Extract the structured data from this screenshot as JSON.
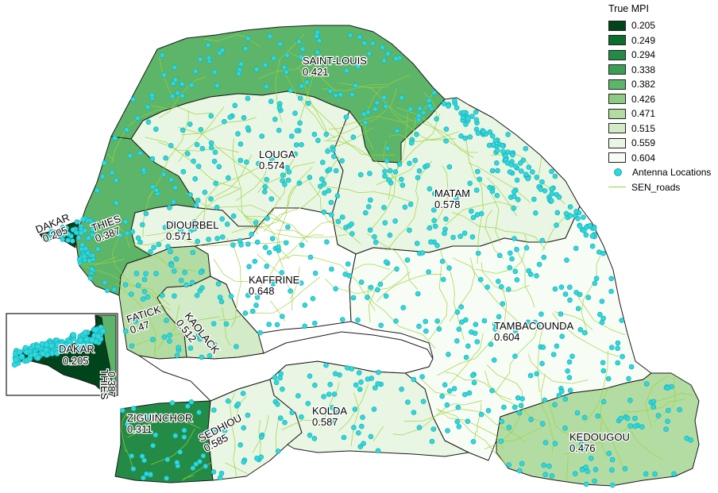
{
  "legend": {
    "title": "True MPI",
    "bins": [
      {
        "label": "0.205",
        "color": "#00441b"
      },
      {
        "label": "0.249",
        "color": "#0d6d2c"
      },
      {
        "label": "0.294",
        "color": "#238b45"
      },
      {
        "label": "0.338",
        "color": "#3a9f55"
      },
      {
        "label": "0.382",
        "color": "#5db569"
      },
      {
        "label": "0.426",
        "color": "#8fca82"
      },
      {
        "label": "0.471",
        "color": "#b3dca3"
      },
      {
        "label": "0.515",
        "color": "#d3ecc7"
      },
      {
        "label": "0.559",
        "color": "#e9f6e3"
      },
      {
        "label": "0.604",
        "color": "#f7fcf5"
      }
    ],
    "antenna_label": "Antenna Locations",
    "roads_label": "SEN_roads",
    "antenna_color": "#2fd8dc",
    "roads_color": "#9bd23a"
  },
  "regions": [
    {
      "id": "saint-louis",
      "name": "SAINT-LOUIS",
      "value": "0.421",
      "color": "#5db569"
    },
    {
      "id": "louga",
      "name": "LOUGA",
      "value": "0.574",
      "color": "#e9f6e3"
    },
    {
      "id": "matam",
      "name": "MATAM",
      "value": "0.578",
      "color": "#e9f6e3"
    },
    {
      "id": "dakar",
      "name": "DAKAR",
      "value": "0.205",
      "color": "#00441b"
    },
    {
      "id": "thies",
      "name": "THIES",
      "value": "0.387",
      "color": "#5db569"
    },
    {
      "id": "diourbel",
      "name": "DIOURBEL",
      "value": "0.571",
      "color": "#e9f6e3"
    },
    {
      "id": "kaffrine",
      "name": "KAFFRINE",
      "value": "0.648",
      "color": "#ffffff"
    },
    {
      "id": "fatick",
      "name": "FATICK",
      "value": "0.47",
      "color": "#b3dca3"
    },
    {
      "id": "kaolack",
      "name": "KAOLACK",
      "value": "0.512",
      "color": "#d3ecc7"
    },
    {
      "id": "tambacounda",
      "name": "TAMBACOUNDA",
      "value": "0.604",
      "color": "#f7fcf5"
    },
    {
      "id": "ziguinchor",
      "name": "ZIGUINCHOR",
      "value": "0.311",
      "color": "#238b45"
    },
    {
      "id": "sedhiou",
      "name": "SEDHIOU",
      "value": "0.585",
      "color": "#e9f6e3"
    },
    {
      "id": "kolda",
      "name": "KOLDA",
      "value": "0.587",
      "color": "#e9f6e3"
    },
    {
      "id": "kedougou",
      "name": "KEDOUGOU",
      "value": "0.476",
      "color": "#b3dca3"
    }
  ],
  "inset": {
    "dakar_name": "DAKAR",
    "dakar_value": "0.205",
    "thies_name": "THIES",
    "thies_value": "0.387"
  }
}
